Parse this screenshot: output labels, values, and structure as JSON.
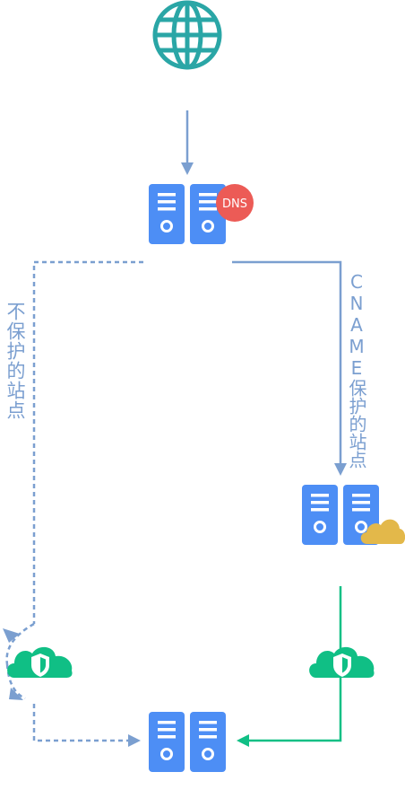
{
  "labels": {
    "unprotected": "不保护的站点",
    "cname_protected": "CNAME保护的站点",
    "dns_badge": "DNS"
  },
  "icons": {
    "globe": "globe-icon",
    "dns_server": "server-icon",
    "cdn_server": "server-icon",
    "shield_cloud": "shield-cloud-icon",
    "origin_server": "server-icon"
  },
  "colors": {
    "globe": "#2aa6a6",
    "server": "#4d8ef5",
    "dns_badge": "#ec5b56",
    "cloud_yellow": "#e3b84a",
    "shield_green": "#10bf85",
    "flow_blue": "#7b9fd0",
    "flow_green": "#10bf85"
  }
}
